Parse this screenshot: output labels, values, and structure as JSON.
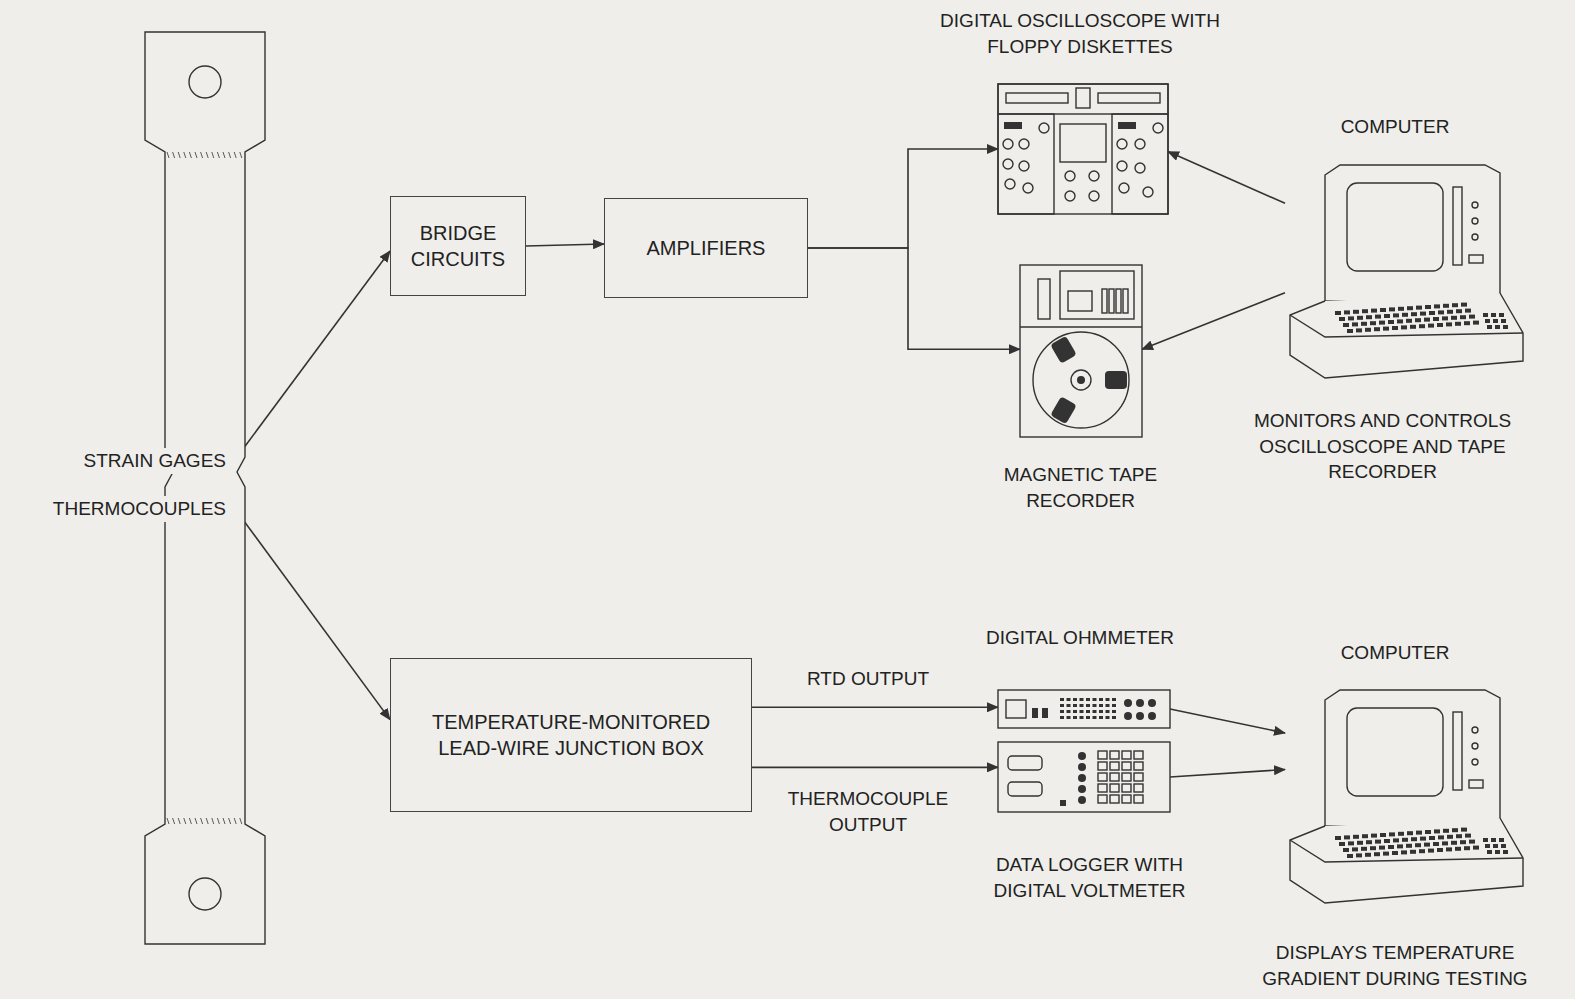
{
  "diagram": {
    "nodes": [
      {
        "text": [
          "STRAIN GAGES",
          "THERMOCOUPLES"
        ]
      },
      {
        "text": [
          "BRIDGE CIRCUITS"
        ]
      },
      {
        "text": [
          "AMPLIFIERS"
        ]
      },
      {
        "text": [
          "DIGITAL OSCILLOSCOPE WITH FLOPPY DISKETTES"
        ]
      },
      {
        "text": [
          "MAGNETIC TAPE RECORDER"
        ]
      },
      {
        "text": [
          "COMPUTER",
          "MONITORS AND CONTROLS OSCILLOSCOPE AND TAPE RECORDER"
        ]
      },
      {
        "text": [
          "TEMPERATURE-MONITORED LEAD-WIRE JUNCTION BOX"
        ]
      },
      {
        "text": [
          "DIGITAL OHMMETER"
        ]
      },
      {
        "text": [
          "DATA LOGGER WITH DIGITAL VOLTMETER"
        ]
      },
      {
        "text": [
          "COMPUTER",
          "DISPLAYS TEMPERATURE GRADIENT DURING TESTING"
        ]
      }
    ],
    "edges": [
      {
        "from": 0,
        "to": 1,
        "arrow": "to"
      },
      {
        "from": 1,
        "to": 2,
        "arrow": "to"
      },
      {
        "from": 2,
        "to": 3,
        "arrow": "to"
      },
      {
        "from": 2,
        "to": 4,
        "arrow": "to"
      },
      {
        "from": 5,
        "to": 3,
        "arrow": "to"
      },
      {
        "from": 5,
        "to": 4,
        "arrow": "to"
      },
      {
        "from": 0,
        "to": 6,
        "arrow": "to"
      },
      {
        "from": 6,
        "to": 7,
        "label": "RTD OUTPUT",
        "arrow": "to"
      },
      {
        "from": 6,
        "to": 8,
        "label": "THERMOCOUPLE OUTPUT",
        "arrow": "to"
      },
      {
        "from": 7,
        "to": 9,
        "arrow": "to"
      },
      {
        "from": 8,
        "to": 9,
        "arrow": "to"
      }
    ]
  }
}
